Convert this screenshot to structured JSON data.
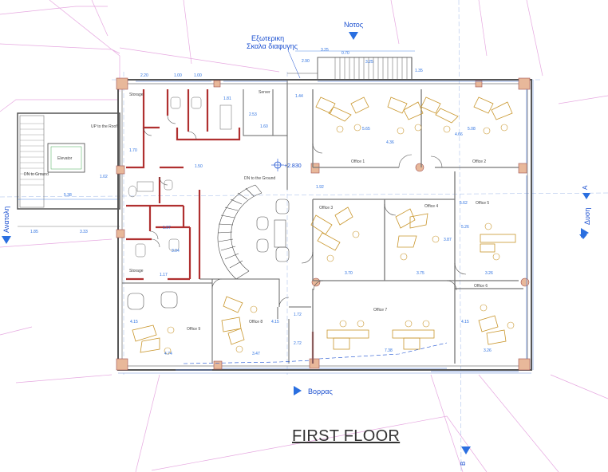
{
  "drawing": {
    "title": "FIRST FLOOR",
    "escape_stair": {
      "line1": "Εξωτερικη",
      "line2": "Σκαλα διαφυγης"
    },
    "orientation": {
      "south": "Νοτος",
      "north": "Βορρας",
      "east": "Ανατολη",
      "west": "Δυση"
    },
    "section_marks": {
      "a": "A",
      "b": "B"
    },
    "level_mark": "+2.830",
    "rooms": {
      "storage_top": "Storage",
      "storage_bottom": "Storage",
      "server": "Server",
      "office_1": "Office 1",
      "office_2": "Office 2",
      "office_3": "Office 3",
      "office_4": "Office 4",
      "office_5": "Office 5",
      "office_6": "Office 6",
      "office_7": "Office 7",
      "office_8": "Office 8",
      "office_9": "Office 9",
      "elevator": "Elevator",
      "up_to_roof": "UP to the Roof",
      "down_to_ground": "DN to Ground",
      "hall_down": "DN to the Ground"
    },
    "dimensions": {
      "top_a": "2.20",
      "top_b": "1.00",
      "top_c": "1.00",
      "stair_w": "2.90",
      "stair_a": "3.25",
      "stair_b": "0.70",
      "stair_c": "3.25",
      "stair_h": "1.35",
      "left_w": "5.38",
      "left_a": "1.85",
      "left_b": "3.33",
      "left_h": "1.02",
      "o1_w": "5.65",
      "o1_h": "4.36",
      "o2_w": "5.08",
      "o2_h": "4.66",
      "o3_w": "3.70",
      "o4_w": "3.75",
      "o4_h": "3.87",
      "o5_w": "3.26",
      "o5_h": "5.26",
      "o6_w": "3.26",
      "o6_h": "4.15",
      "o7_w": "7.38",
      "o8_w": "3.47",
      "o8_h": "4.15",
      "o9_w": "4.74",
      "o9_h": "4.15",
      "core_a": "1.81",
      "core_b": "2.53",
      "core_c": "1.60",
      "core_d": "1.44",
      "core_e": "1.50",
      "core_f": "1.07",
      "core_g": "3.04",
      "core_h": "1.17",
      "core_i": "1.70",
      "core_j": "1.72",
      "core_k": "2.72",
      "core_l": "1.92",
      "core_m": "5.62"
    }
  }
}
